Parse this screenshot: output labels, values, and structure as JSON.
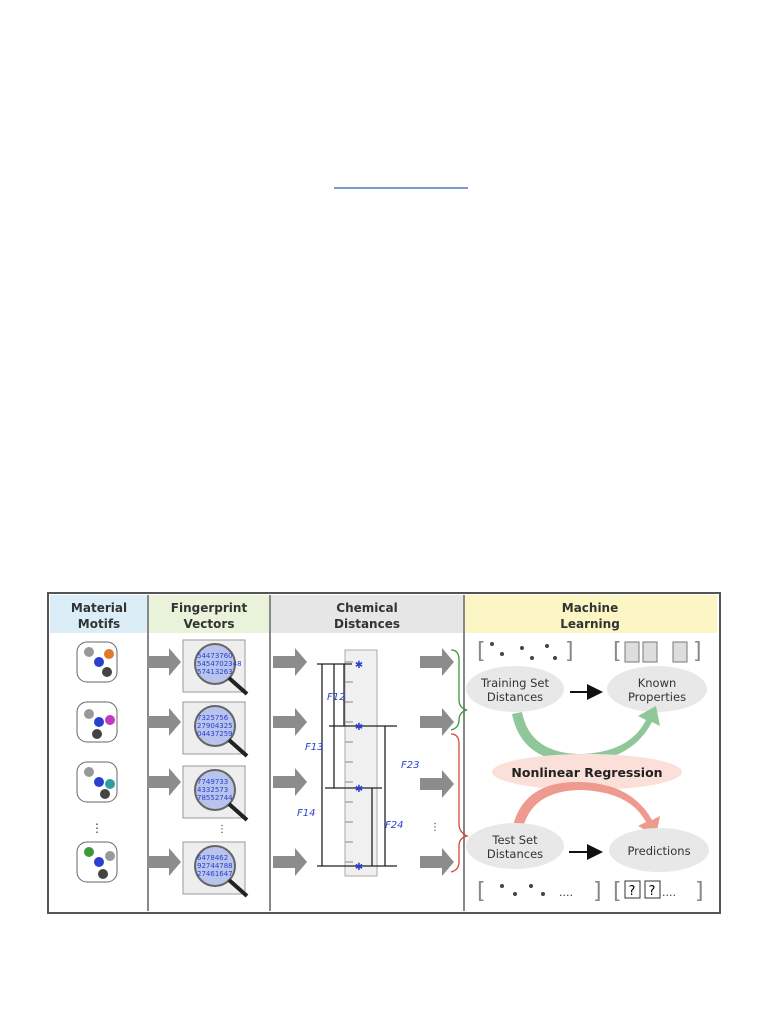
{
  "figure": {
    "columns": [
      {
        "line1": "Material",
        "line2": "Motifs",
        "color": "#dbeef7"
      },
      {
        "line1": "Fingerprint",
        "line2": "Vectors",
        "color": "#e9f3d9"
      },
      {
        "line1": "Chemical",
        "line2": "Distances",
        "color": "#e6e6e6"
      },
      {
        "line1": "Machine",
        "line2": "Learning",
        "color": "#fbf6c3"
      }
    ],
    "fingerprint_numbers": [
      "54473760",
      "5454702348",
      "57413263",
      "7325756",
      "27904325",
      "04437259",
      "7749733",
      "4332573",
      "78552744",
      "6478462",
      "92744788",
      "27461647"
    ],
    "distance_labels": [
      "F12",
      "F13",
      "F14",
      "F23",
      "F24"
    ],
    "ml": {
      "training": {
        "line1": "Training Set",
        "line2": "Distances"
      },
      "known": {
        "line1": "Known",
        "line2": "Properties"
      },
      "regression": "Nonlinear Regression",
      "test": {
        "line1": "Test Set",
        "line2": "Distances"
      },
      "predictions": "Predictions",
      "ellipsis": "....",
      "question": "?"
    },
    "colors": {
      "green_arrow": "#8fc79a",
      "red_arrow": "#ef9a8e",
      "bubble": "#e8e8e8",
      "regression_bg": "#fbe0da",
      "grey_arrow": "#8c8c8c",
      "blue": "#2a3fd0"
    }
  }
}
